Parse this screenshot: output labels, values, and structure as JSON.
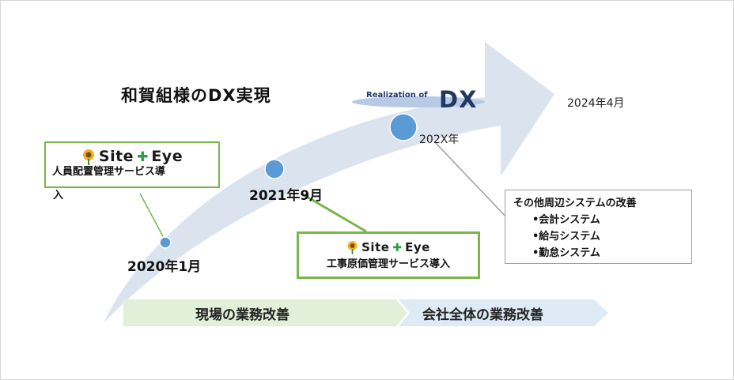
{
  "title": "和賀組様のDX実現",
  "dx_banner": {
    "small": "Realization of",
    "big": "DX"
  },
  "milestones": [
    {
      "date": "2020年1月"
    },
    {
      "date": "2021年9月"
    },
    {
      "date": "202X年"
    },
    {
      "date": "2024年4月"
    }
  ],
  "logo": {
    "word1": "Site",
    "plus": "✚",
    "word2": "Eye"
  },
  "box1": {
    "line1": "人員配置管理サービス導",
    "line2": "入"
  },
  "box2": {
    "text": "工事原価管理サービス導入"
  },
  "box3": {
    "title": "その他周辺システムの改善",
    "items": [
      "•会計システム",
      "•給与システム",
      "•勤怠システム"
    ]
  },
  "bands": {
    "left": "現場の業務改善",
    "right": "会社全体の業務改善"
  },
  "colors": {
    "arrow": "#dbe3ef",
    "circle": "#5b9bd5",
    "box_border": "#7ab648",
    "band_left": "#e2efd9",
    "band_right": "#deebf7"
  }
}
